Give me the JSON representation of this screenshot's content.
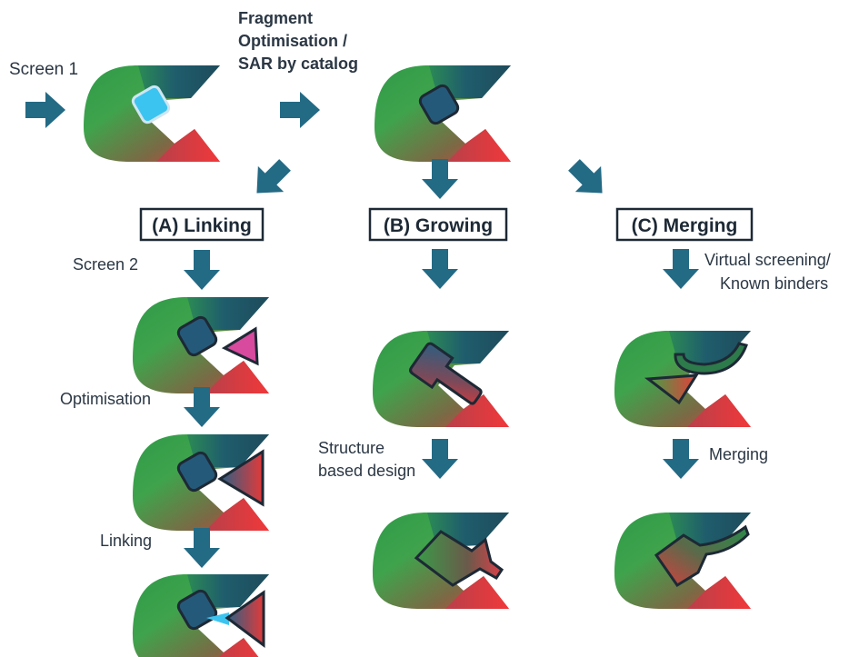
{
  "top": {
    "screen1_label": "Screen 1",
    "fragment_line1": "Fragment",
    "fragment_line2": "Optimisation /",
    "fragment_line3": "SAR by catalog"
  },
  "strategies": {
    "linking": "(A) Linking",
    "growing": "(B) Growing",
    "merging": "(C) Merging"
  },
  "linking_steps": {
    "screen2": "Screen 2",
    "optimisation": "Optimisation",
    "linking": "Linking"
  },
  "growing_steps": {
    "sbd_line1": "Structure",
    "sbd_line2": "based design"
  },
  "merging_steps": {
    "vs_line1": "Virtual screening/",
    "vs_line2": "Known binders",
    "merging": "Merging"
  },
  "colors": {
    "arrow": "#236a85",
    "pocket_green": "#3aa04a",
    "pocket_teal": "#1e5a6a",
    "pocket_red": "#e83a3a",
    "fragment_dark": "#25597a",
    "fragment_light": "#3cc4f0",
    "fragment_pink": "#d84a9e",
    "outline": "#1d2935"
  }
}
